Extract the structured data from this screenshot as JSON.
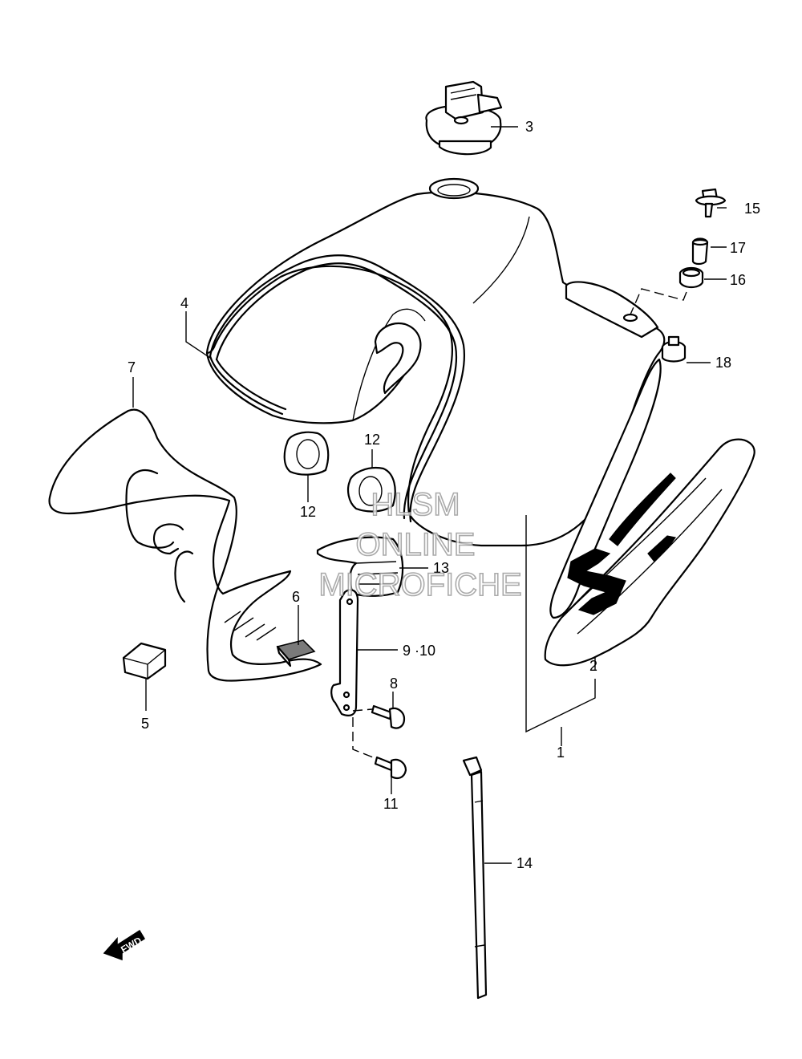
{
  "callouts": {
    "c1": "1",
    "c2": "2",
    "c3": "3",
    "c4": "4",
    "c5": "5",
    "c6": "6",
    "c7": "7",
    "c8": "8",
    "c9_10": "9 ·10",
    "c11": "11",
    "c12a": "12",
    "c12b": "12",
    "c13": "13",
    "c14": "14",
    "c15": "15",
    "c16": "16",
    "c17": "17",
    "c18": "18"
  },
  "watermark": {
    "line1": "HLSM",
    "line2": "ONLINE",
    "line3": "MICROFICHE"
  },
  "fwd_arrow": {
    "label": "FWD"
  }
}
